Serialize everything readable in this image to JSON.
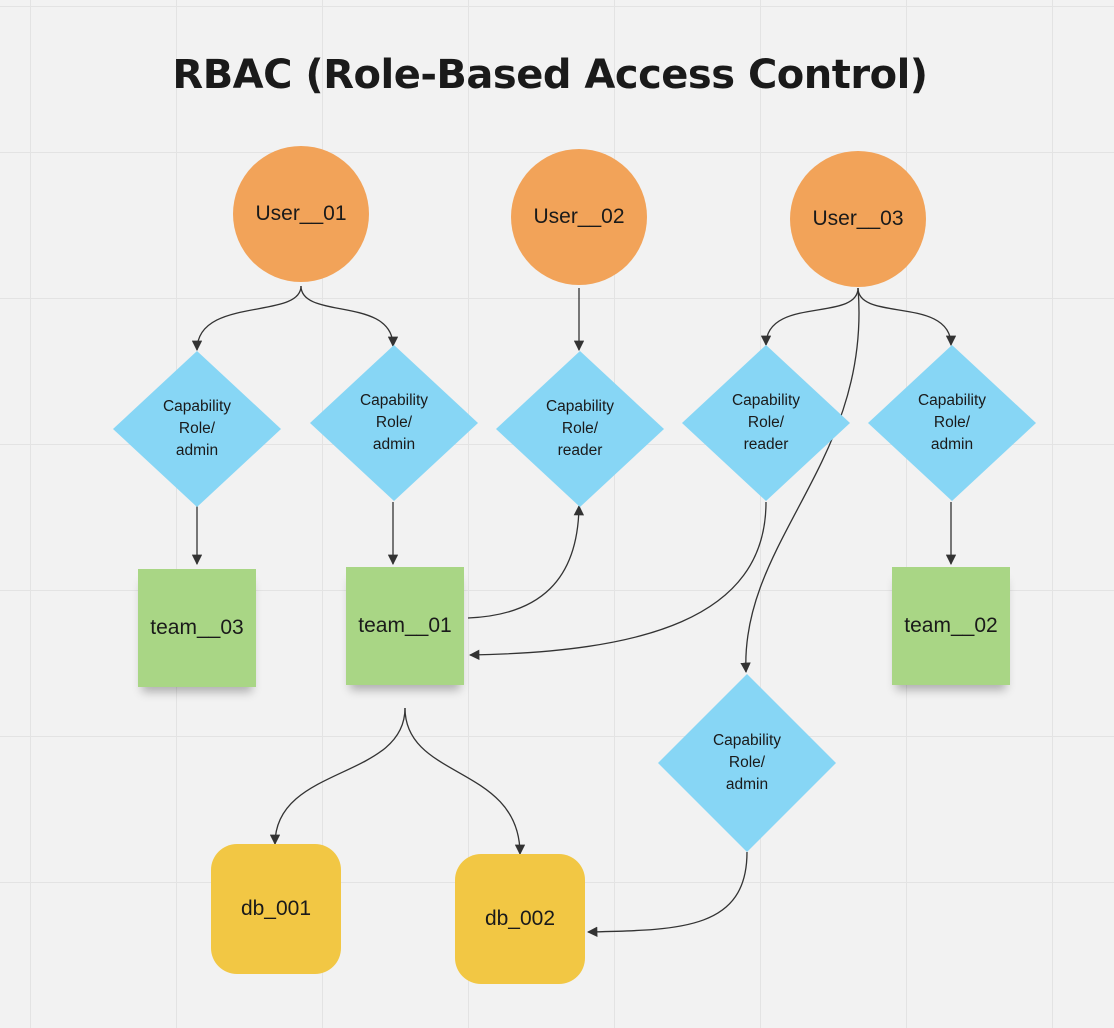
{
  "title": "RBAC (Role-Based Access Control)",
  "users": [
    "User__01",
    "User__02",
    "User__03"
  ],
  "capabilities": [
    {
      "line1": "Capability",
      "line2": "Role/",
      "line3": "admin"
    },
    {
      "line1": "Capability",
      "line2": "Role/",
      "line3": "admin"
    },
    {
      "line1": "Capability",
      "line2": "Role/",
      "line3": "reader"
    },
    {
      "line1": "Capability",
      "line2": "Role/",
      "line3": "reader"
    },
    {
      "line1": "Capability",
      "line2": "Role/",
      "line3": "admin"
    },
    {
      "line1": "Capability",
      "line2": "Role/",
      "line3": "admin"
    }
  ],
  "teams": [
    "team__03",
    "team__01",
    "team__02"
  ],
  "databases": [
    "db_001",
    "db_002"
  ],
  "colors": {
    "user": "#f2a359",
    "capability": "#87d6f5",
    "team": "#a9d685",
    "database": "#f2c744",
    "edge": "#333333",
    "background": "#f2f2f2"
  }
}
